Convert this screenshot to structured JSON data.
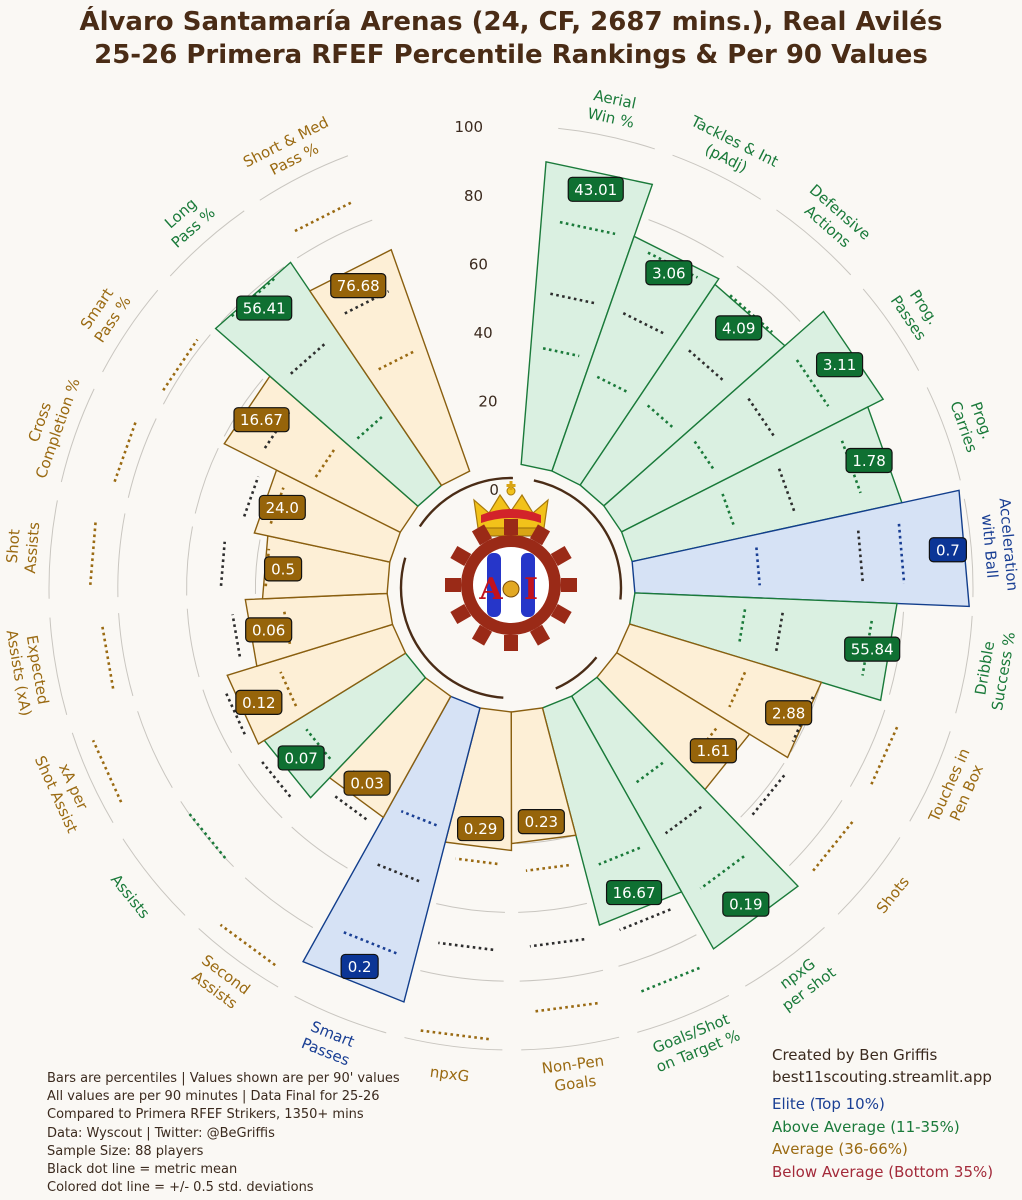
{
  "header": {
    "title_line1": "Álvaro Santamaría Arenas (24, CF, 2687 mins.), Real Avilés",
    "title_line2": "25-26 Primera RFEF Percentile Rankings & Per 90 Values"
  },
  "footer_notes": [
    "Bars are percentiles | Values shown are per 90' values",
    "All values are per 90 minutes | Data Final for 25-26",
    "Compared to Primera RFEF Strikers, 1350+ mins",
    "Data: Wyscout | Twitter: @BeGriffis",
    "Sample Size: 88 players",
    "Black dot line = metric mean",
    "Colored dot line = +/- 0.5 std. deviations"
  ],
  "credit": [
    "Created by Ben Griffis",
    "best11scouting.streamlit.app"
  ],
  "legend": [
    {
      "label": "Elite (Top 10%)",
      "color": "#1a3f94"
    },
    {
      "label": "Above Average (11-35%)",
      "color": "#1a7a3a"
    },
    {
      "label": "Average (36-66%)",
      "color": "#9a6a12"
    },
    {
      "label": "Below Average (Bottom 35%)",
      "color": "#a32a3a"
    }
  ],
  "logo_icon": "real-aviles-crest",
  "chart_data": {
    "type": "radial-bar",
    "radial_ticks": [
      "0",
      "20",
      "40",
      "60",
      "80",
      "100"
    ],
    "tiers": {
      "elite": {
        "fill": "#d6e2f5",
        "edge": "#123e8c",
        "box": "#0b3596"
      },
      "above": {
        "fill": "#daf0e1",
        "edge": "#1a7a3a",
        "box": "#0f7032"
      },
      "average": {
        "fill": "#fdefd6",
        "edge": "#8a5f10",
        "box": "#96640a"
      },
      "below": {
        "fill": "#f8dadd",
        "edge": "#a32a3a",
        "box": "#9b1f30"
      }
    },
    "metrics": [
      {
        "label": [
          "Aerial",
          "Win %"
        ],
        "value": "43.01",
        "percentile": 90,
        "tier": "above",
        "mean": 52,
        "sd_low": 36,
        "sd_high": 73
      },
      {
        "label": [
          "Tackles & Int",
          "(pAdj)"
        ],
        "value": "3.06",
        "percentile": 74,
        "tier": "above",
        "mean": 52,
        "sd_low": 32,
        "sd_high": 71
      },
      {
        "label": [
          "Defensive",
          "Actions"
        ],
        "value": "4.09",
        "percentile": 72,
        "tier": "above",
        "mean": 52,
        "sd_low": 32,
        "sd_high": 72
      },
      {
        "label": [
          "Prog.",
          "Passes"
        ],
        "value": "3.11",
        "percentile": 87,
        "tier": "above",
        "mean": 54,
        "sd_low": 34,
        "sd_high": 72
      },
      {
        "label": [
          "Prog.",
          "Carries"
        ],
        "value": "1.78",
        "percentile": 82,
        "tier": "above",
        "mean": 51,
        "sd_low": 33,
        "sd_high": 71
      },
      {
        "label": [
          "Acceleration",
          "with Ball"
        ],
        "value": "0.7",
        "percentile": 99,
        "tier": "elite",
        "mean": 68,
        "sd_low": 38,
        "sd_high": 80
      },
      {
        "label": [
          "Dribble",
          "Success %"
        ],
        "value": "55.84",
        "percentile": 78,
        "tier": "above",
        "mean": 45,
        "sd_low": 34,
        "sd_high": 71
      },
      {
        "label": [
          "Touches in",
          "Pen Box"
        ],
        "value": "2.88",
        "percentile": 60,
        "tier": "average",
        "mean": 59,
        "sd_low": 38,
        "sd_high": 85
      },
      {
        "label": [
          "Shots"
        ],
        "value": "1.61",
        "percentile": 47,
        "tier": "average",
        "mean": 62,
        "sd_low": 38,
        "sd_high": 86
      },
      {
        "label": [
          "npxG",
          "per shot"
        ],
        "value": "0.19",
        "percentile": 86,
        "tier": "above",
        "mean": 50,
        "sd_low": 33,
        "sd_high": 69
      },
      {
        "label": [
          "Goals/Shot",
          "on Target %"
        ],
        "value": "16.67",
        "percentile": 67,
        "tier": "above",
        "mean": 70,
        "sd_low": 50,
        "sd_high": 89
      },
      {
        "label": [
          "Non-Pen",
          "Goals"
        ],
        "value": "0.23",
        "percentile": 40,
        "tier": "average",
        "mean": 70,
        "sd_low": 48,
        "sd_high": 89
      },
      {
        "label": [
          "npxG"
        ],
        "value": "0.29",
        "percentile": 42,
        "tier": "average",
        "mean": 71,
        "sd_low": 46,
        "sd_high": 97
      },
      {
        "label": [
          "Smart",
          "Passes"
        ],
        "value": "0.2",
        "percentile": 90,
        "tier": "elite",
        "mean": 55,
        "sd_low": 38,
        "sd_high": 77
      },
      {
        "label": [
          "Second",
          "Assists"
        ],
        "value": "0.03",
        "percentile": 42,
        "tier": "average",
        "mean": 45,
        "sd_low": 36,
        "sd_high": 95
      },
      {
        "label": [
          "Assists"
        ],
        "value": "0.07",
        "percentile": 50,
        "tier": "above",
        "mean": 54,
        "sd_low": 38,
        "sd_high": 80
      },
      {
        "label": [
          "xA per",
          "Shot Assist"
        ],
        "value": "0.12",
        "percentile": 52,
        "tier": "average",
        "mean": 54,
        "sd_low": 37,
        "sd_high": 95
      },
      {
        "label": [
          "Expected",
          "Assists (xA)"
        ],
        "value": "0.06",
        "percentile": 43,
        "tier": "average",
        "mean": 47,
        "sd_low": 32,
        "sd_high": 85
      },
      {
        "label": [
          "Shot",
          "Assists"
        ],
        "value": "0.5",
        "percentile": 38,
        "tier": "average",
        "mean": 50,
        "sd_low": 37,
        "sd_high": 88
      },
      {
        "label": [
          "Cross",
          "Completion %"
        ],
        "value": "24.0",
        "percentile": 42,
        "tier": "average",
        "mean": 46,
        "sd_low": 38,
        "sd_high": 85
      },
      {
        "label": [
          "Smart",
          "Pass %"
        ],
        "value": "16.67",
        "percentile": 59,
        "tier": "average",
        "mean": 48,
        "sd_low": 31,
        "sd_high": 82
      },
      {
        "label": [
          "Long",
          "Pass %"
        ],
        "value": "56.41",
        "percentile": 80,
        "tier": "above",
        "mean": 55,
        "sd_low": 28,
        "sd_high": 79
      },
      {
        "label": [
          "Short & Med",
          "Pass %"
        ],
        "value": "76.68",
        "percentile": 70,
        "tier": "average",
        "mean": 59,
        "sd_low": 40,
        "sd_high": 87
      }
    ]
  }
}
